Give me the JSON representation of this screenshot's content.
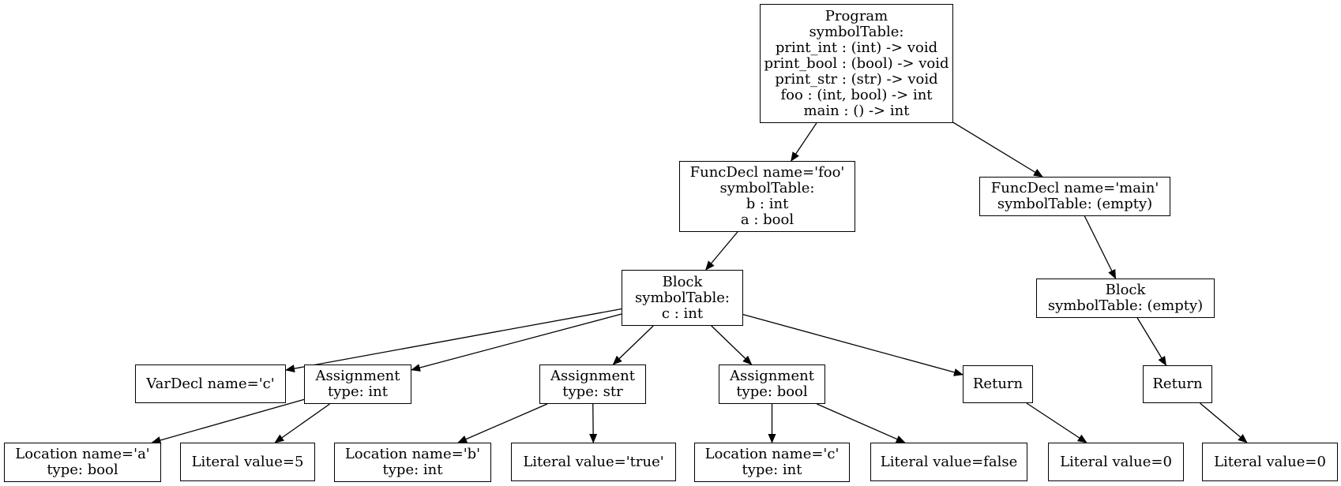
{
  "colors": {
    "stroke": "#000000",
    "background": "#ffffff"
  },
  "nodes": {
    "program": {
      "lines": [
        "Program",
        "symbolTable:",
        "print_int : (int) -> void",
        "print_bool : (bool) -> void",
        "print_str : (str) -> void",
        "foo : (int, bool) -> int",
        "main : () -> int"
      ]
    },
    "funcdecl_foo": {
      "lines": [
        "FuncDecl name='foo'",
        "symbolTable:",
        "b : int",
        "a : bool"
      ]
    },
    "funcdecl_main": {
      "lines": [
        "FuncDecl name='main'",
        "symbolTable: (empty)"
      ]
    },
    "block_foo": {
      "lines": [
        "Block",
        "symbolTable:",
        "c : int"
      ]
    },
    "block_main": {
      "lines": [
        "Block",
        "symbolTable: (empty)"
      ]
    },
    "vardecl_c": {
      "lines": [
        "VarDecl name='c'"
      ]
    },
    "assign_int": {
      "lines": [
        "Assignment",
        "type: int"
      ]
    },
    "assign_str": {
      "lines": [
        "Assignment",
        "type: str"
      ]
    },
    "assign_bool": {
      "lines": [
        "Assignment",
        "type: bool"
      ]
    },
    "return_foo": {
      "lines": [
        "Return"
      ]
    },
    "return_main": {
      "lines": [
        "Return"
      ]
    },
    "loc_a": {
      "lines": [
        "Location name='a'",
        "type: bool"
      ]
    },
    "lit_5": {
      "lines": [
        "Literal value=5"
      ]
    },
    "loc_b": {
      "lines": [
        "Location name='b'",
        "type: int"
      ]
    },
    "lit_true": {
      "lines": [
        "Literal value='true'"
      ]
    },
    "loc_c": {
      "lines": [
        "Location name='c'",
        "type: int"
      ]
    },
    "lit_false": {
      "lines": [
        "Literal value=false"
      ]
    },
    "lit_0_foo": {
      "lines": [
        "Literal value=0"
      ]
    },
    "lit_0_main": {
      "lines": [
        "Literal value=0"
      ]
    }
  },
  "edges": [
    [
      "program",
      "funcdecl_foo"
    ],
    [
      "program",
      "funcdecl_main"
    ],
    [
      "funcdecl_foo",
      "block_foo"
    ],
    [
      "funcdecl_main",
      "block_main"
    ],
    [
      "block_foo",
      "vardecl_c"
    ],
    [
      "block_foo",
      "assign_int"
    ],
    [
      "block_foo",
      "assign_str"
    ],
    [
      "block_foo",
      "assign_bool"
    ],
    [
      "block_foo",
      "return_foo"
    ],
    [
      "block_main",
      "return_main"
    ],
    [
      "assign_int",
      "loc_a"
    ],
    [
      "assign_int",
      "lit_5"
    ],
    [
      "assign_str",
      "loc_b"
    ],
    [
      "assign_str",
      "lit_true"
    ],
    [
      "assign_bool",
      "loc_c"
    ],
    [
      "assign_bool",
      "lit_false"
    ],
    [
      "return_foo",
      "lit_0_foo"
    ],
    [
      "return_main",
      "lit_0_main"
    ]
  ]
}
